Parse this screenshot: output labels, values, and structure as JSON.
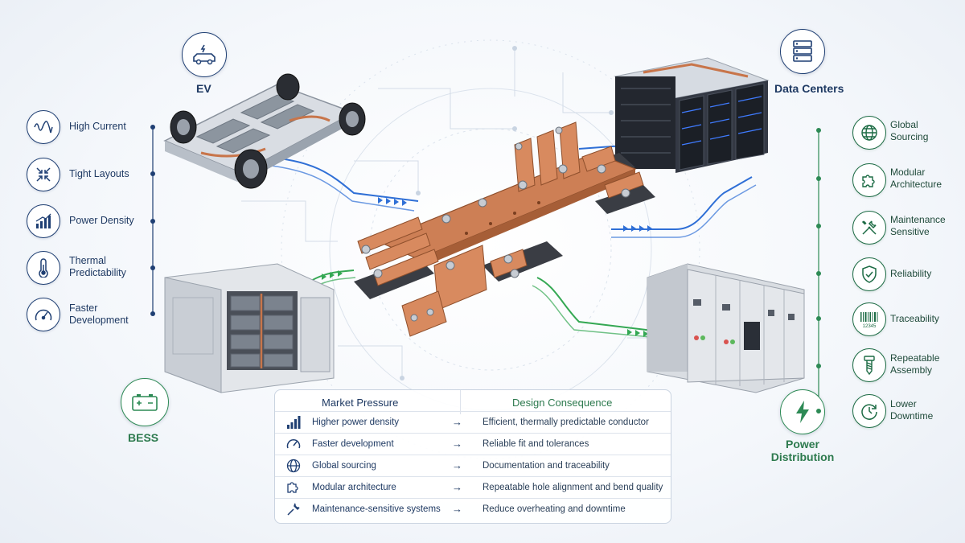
{
  "sectors": {
    "ev": "EV",
    "data_centers": "Data Centers",
    "bess": "BESS",
    "power_distribution": "Power\nDistribution"
  },
  "left_features": [
    {
      "label": "High Current",
      "icon": "waveform-icon"
    },
    {
      "label": "Tight Layouts",
      "icon": "compress-arrows-icon"
    },
    {
      "label": "Power Density",
      "icon": "bar-chart-up-icon"
    },
    {
      "label": "Thermal\nPredictability",
      "icon": "thermometer-icon"
    },
    {
      "label": "Faster\nDevelopment",
      "icon": "speedometer-icon"
    }
  ],
  "right_features": [
    {
      "label": "Global\nSourcing",
      "icon": "globe-icon"
    },
    {
      "label": "Modular\nArchitecture",
      "icon": "puzzle-icon"
    },
    {
      "label": "Maintenance\nSensitive",
      "icon": "tools-icon"
    },
    {
      "label": "Reliability",
      "icon": "shield-check-icon"
    },
    {
      "label": "Traceability",
      "icon": "barcode-icon",
      "icon_text": "12345"
    },
    {
      "label": "Repeatable\nAssembly",
      "icon": "screw-icon"
    },
    {
      "label": "Lower\nDowntime",
      "icon": "clock-icon"
    }
  ],
  "table": {
    "header_left": "Market Pressure",
    "header_right": "Design Consequence",
    "rows": [
      {
        "icon": "bar-chart-icon",
        "pressure": "Higher power density",
        "consequence": "Efficient, thermally predictable conductor"
      },
      {
        "icon": "speedometer-icon",
        "pressure": "Faster development",
        "consequence": "Reliable fit and tolerances"
      },
      {
        "icon": "globe-icon",
        "pressure": "Global sourcing",
        "consequence": "Documentation and traceability"
      },
      {
        "icon": "puzzle-icon",
        "pressure": "Modular architecture",
        "consequence": "Repeatable hole alignment and bend quality"
      },
      {
        "icon": "wrench-icon",
        "pressure": "Maintenance-sensitive systems",
        "consequence": "Reduce overheating and downtime"
      }
    ],
    "arrow": "→"
  },
  "colors": {
    "navy": "#1f3f73",
    "green": "#2d8a55",
    "copper": "#c8754a",
    "flow_blue": "#2f6fd6",
    "flow_green": "#34a853"
  }
}
